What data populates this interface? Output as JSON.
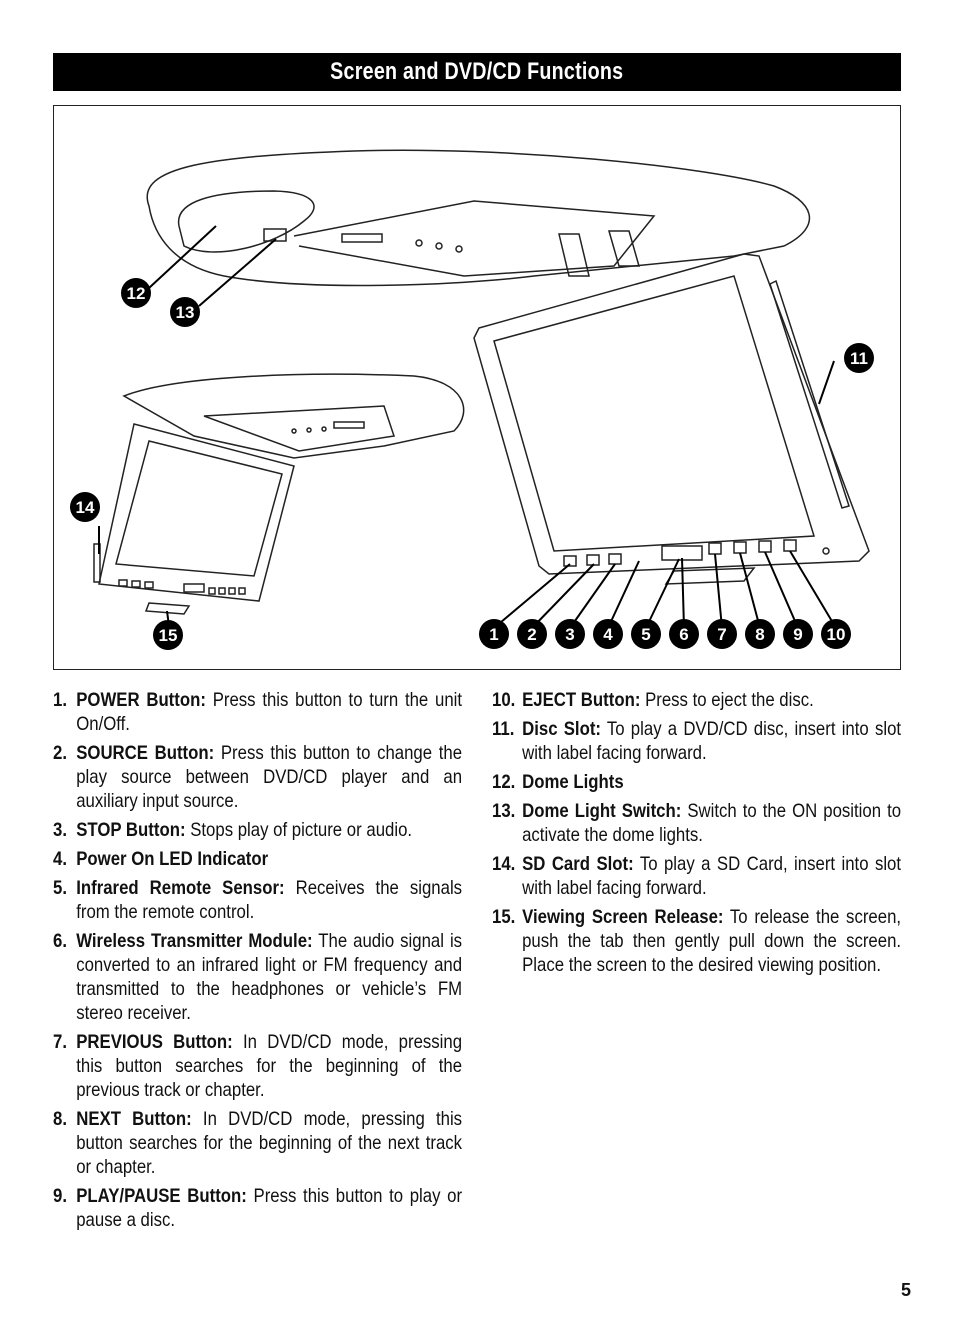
{
  "header": {
    "title": "Screen and DVD/CD Functions"
  },
  "figure": {
    "callouts": [
      "1",
      "2",
      "3",
      "4",
      "5",
      "6",
      "7",
      "8",
      "9",
      "10",
      "11",
      "12",
      "13",
      "14",
      "15"
    ]
  },
  "items": [
    {
      "num": "1.",
      "label": "POWER Button:",
      "text": " Press this button to turn the unit On/Off."
    },
    {
      "num": "2.",
      "label": "SOURCE Button:",
      "text": " Press this button to change the play source between DVD/CD player and an auxiliary input source."
    },
    {
      "num": "3.",
      "label": "STOP Button:",
      "text": " Stops play of picture or audio."
    },
    {
      "num": "4.",
      "label": "Power On LED Indicator",
      "text": ""
    },
    {
      "num": "5.",
      "label": "Infrared Remote Sensor:",
      "text": " Receives the signals from the remote control."
    },
    {
      "num": "6.",
      "label": "Wireless Transmitter Module:",
      "text": " The audio signal is converted to an infrared light or FM frequency and transmitted to the headphones or vehicle’s FM stereo receiver."
    },
    {
      "num": "7.",
      "label": "PREVIOUS Button:",
      "text": " In DVD/CD mode, pressing this button searches for the beginning of the previous track or chapter."
    },
    {
      "num": "8.",
      "label": "NEXT Button:",
      "text": " In DVD/CD mode, pressing this button searches for the beginning of the next track or chapter."
    },
    {
      "num": "9.",
      "label": "PLAY/PAUSE Button:",
      "text": " Press this button to play or pause a disc."
    },
    {
      "num": "10.",
      "label": "EJECT Button:",
      "text": " Press to eject the disc."
    },
    {
      "num": "11.",
      "label": "Disc Slot:",
      "text": " To play a DVD/CD disc, insert into slot with label facing forward."
    },
    {
      "num": "12.",
      "label": "Dome Lights",
      "text": ""
    },
    {
      "num": "13.",
      "label": "Dome Light Switch:",
      "text": " Switch to the ON position to activate the dome lights."
    },
    {
      "num": "14.",
      "label": "SD Card Slot:",
      "text": " To play a SD Card, insert into slot with label facing forward."
    },
    {
      "num": "15.",
      "label": "Viewing Screen Release:",
      "text": " To release the screen, push the tab then gently pull down the screen. Place the screen to the desired viewing position."
    }
  ],
  "footer": {
    "page_number": "5"
  }
}
